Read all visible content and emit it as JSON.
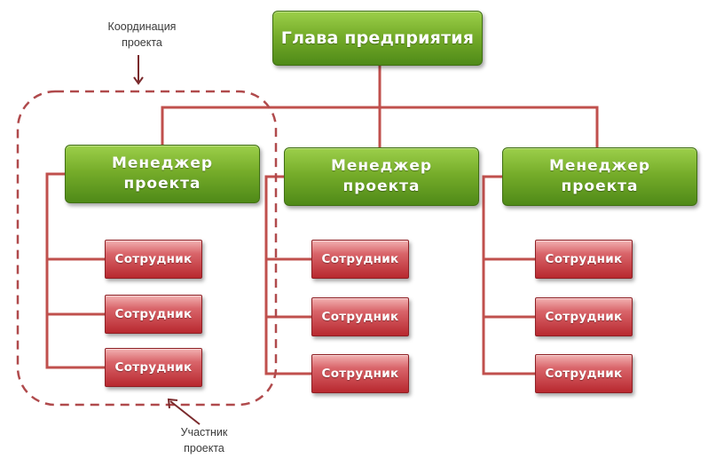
{
  "diagram": {
    "head": {
      "label": "Глава предприятия"
    },
    "managers": [
      {
        "label": "Менеджер\nпроекта",
        "employees": [
          "Сотрудник",
          "Сотрудник",
          "Сотрудник"
        ]
      },
      {
        "label": "Менеджер\nпроекта",
        "employees": [
          "Сотрудник",
          "Сотрудник",
          "Сотрудник"
        ]
      },
      {
        "label": "Менеджер\nпроекта",
        "employees": [
          "Сотрудник",
          "Сотрудник",
          "Сотрудник"
        ]
      }
    ],
    "annotations": {
      "coordination": "Координация\nпроекта",
      "participant": "Участник\nпроекта"
    }
  },
  "colors": {
    "connector": "#c0504d",
    "dashed_outline": "#b04a4c",
    "manager_green": "#6aa12a",
    "employee_red": "#c0363c"
  }
}
